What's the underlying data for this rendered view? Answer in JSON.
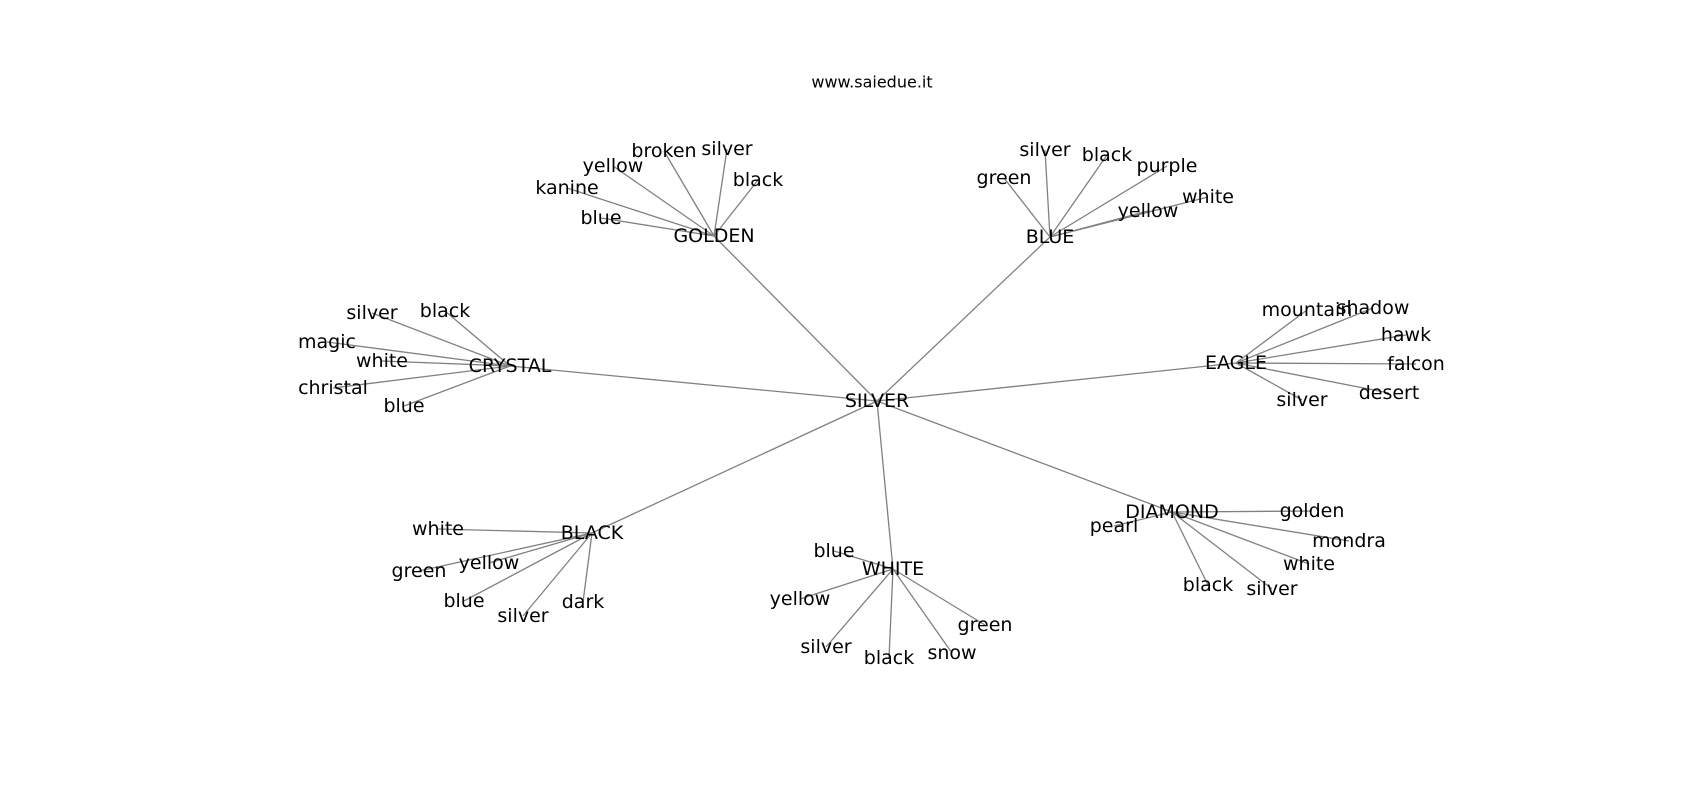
{
  "site": "www.saiedue.it",
  "graph": {
    "root": "SILVER",
    "groups": [
      {
        "name": "GOLDEN",
        "leaves": [
          "blue",
          "kanine",
          "yellow",
          "broken",
          "silver",
          "black"
        ]
      },
      {
        "name": "BLUE",
        "leaves": [
          "green",
          "silver",
          "black",
          "purple",
          "yellow",
          "white"
        ]
      },
      {
        "name": "CRYSTAL",
        "leaves": [
          "silver",
          "black",
          "magic",
          "white",
          "christal",
          "blue"
        ]
      },
      {
        "name": "EAGLE",
        "leaves": [
          "mountain",
          "shadow",
          "hawk",
          "falcon",
          "desert",
          "silver"
        ]
      },
      {
        "name": "BLACK",
        "leaves": [
          "white",
          "green",
          "yellow",
          "blue",
          "silver",
          "dark"
        ]
      },
      {
        "name": "WHITE",
        "leaves": [
          "blue",
          "yellow",
          "silver",
          "black",
          "snow",
          "green"
        ]
      },
      {
        "name": "DIAMOND",
        "leaves": [
          "pearl",
          "golden",
          "mondra",
          "white",
          "silver",
          "black"
        ]
      }
    ]
  },
  "colors": {
    "edge": "#808080",
    "text": "#000000",
    "background": "#ffffff"
  }
}
